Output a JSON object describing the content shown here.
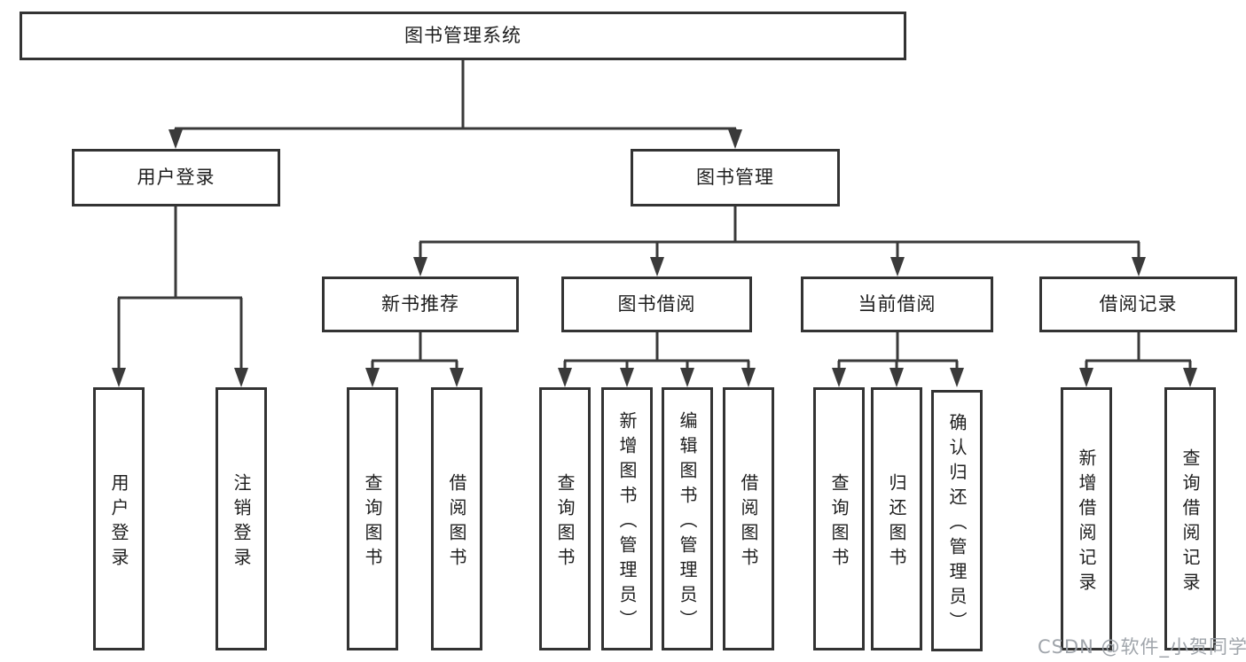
{
  "tree": {
    "label": "图书管理系统",
    "children": [
      {
        "label": "用户登录",
        "children": [
          {
            "label": "用户登录"
          },
          {
            "label": "注销登录"
          }
        ]
      },
      {
        "label": "图书管理",
        "children": [
          {
            "label": "新书推荐",
            "children": [
              {
                "label": "查询图书"
              },
              {
                "label": "借阅图书"
              }
            ]
          },
          {
            "label": "图书借阅",
            "children": [
              {
                "label": "查询图书"
              },
              {
                "label": "新增图书（管理员）"
              },
              {
                "label": "编辑图书（管理员）"
              },
              {
                "label": "借阅图书"
              }
            ]
          },
          {
            "label": "当前借阅",
            "children": [
              {
                "label": "查询图书"
              },
              {
                "label": "归还图书"
              },
              {
                "label": "确认归还（管理员）"
              }
            ]
          },
          {
            "label": "借阅记录",
            "children": [
              {
                "label": "新增借阅记录"
              },
              {
                "label": "查询借阅记录"
              }
            ]
          }
        ]
      }
    ]
  },
  "watermark": {
    "text": "CSDN @软件_小贺同学"
  },
  "colors": {
    "background": "#ffffff",
    "box_border": "#333333",
    "connector_line": "#3a3a3a",
    "text": "#1e1e1e",
    "watermark": "#9ba0a6"
  }
}
